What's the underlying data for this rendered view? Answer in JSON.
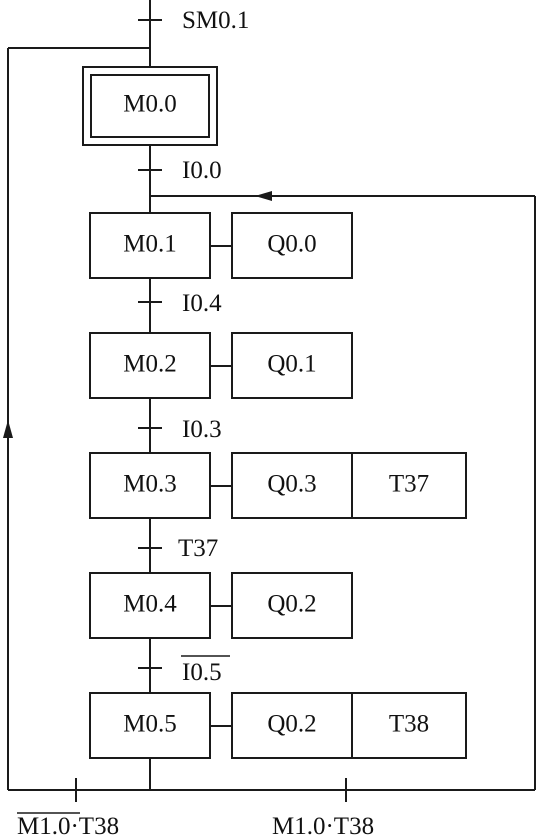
{
  "initial_transition": {
    "label": "SM0.1"
  },
  "initial_step": {
    "label": "M0.0"
  },
  "transitions": [
    {
      "label": "I0.0"
    },
    {
      "label": "I0.4"
    },
    {
      "label": "I0.3"
    },
    {
      "label": "T37"
    },
    {
      "label": "I0.5",
      "negated": true
    }
  ],
  "steps": [
    {
      "label": "M0.1",
      "actions": [
        "Q0.0"
      ]
    },
    {
      "label": "M0.2",
      "actions": [
        "Q0.1"
      ]
    },
    {
      "label": "M0.3",
      "actions": [
        "Q0.3",
        "T37"
      ]
    },
    {
      "label": "M0.4",
      "actions": [
        "Q0.2"
      ]
    },
    {
      "label": "M0.5",
      "actions": [
        "Q0.2",
        "T38"
      ]
    }
  ],
  "branches": {
    "left": {
      "label_negated": "M1.0",
      "label_rest": "·T38"
    },
    "right": {
      "label": "M1.0·T38"
    }
  }
}
